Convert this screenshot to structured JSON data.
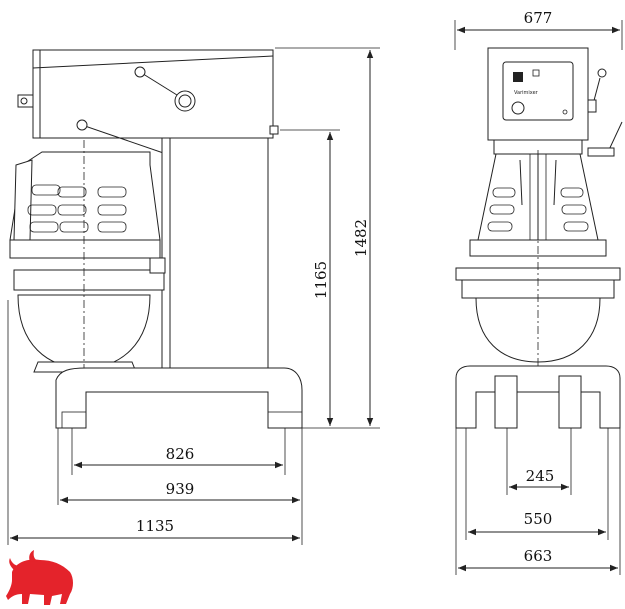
{
  "dimensions": {
    "side_height_total": "1482",
    "side_height_base": "1165",
    "side_width_826": "826",
    "side_width_939": "939",
    "side_width_1135": "1135",
    "front_width_top": "677",
    "front_width_245": "245",
    "front_width_550": "550",
    "front_width_663": "663"
  },
  "panel": {
    "brand_text": "Varimixer"
  },
  "logo": {
    "name": "bull-logo",
    "color": "#e4232b"
  }
}
